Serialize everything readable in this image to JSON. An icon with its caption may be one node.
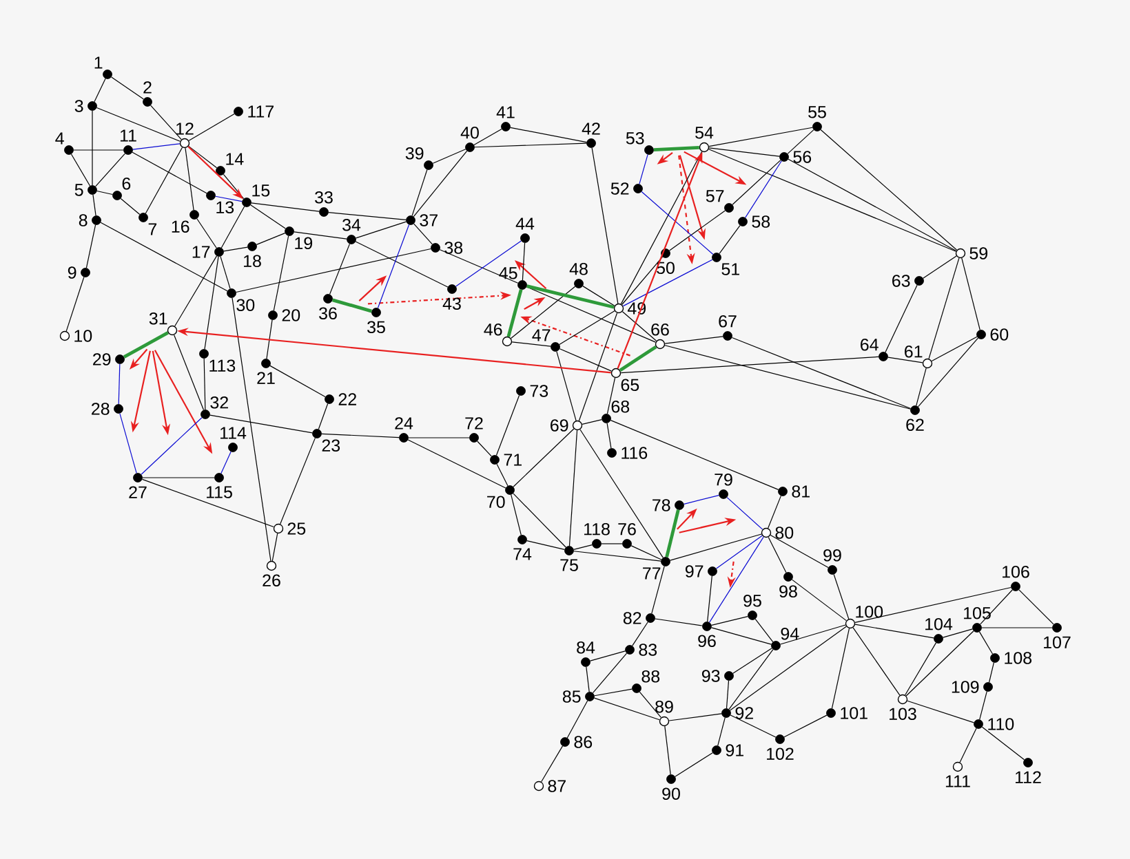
{
  "diagram": {
    "nodes": [
      {
        "text": [],
        "shape": "dot",
        "beside": [
          "1"
        ]
      },
      {
        "text": [],
        "shape": "dot",
        "beside": [
          "2"
        ]
      },
      {
        "text": [],
        "shape": "dot",
        "beside": [
          "3"
        ]
      },
      {
        "text": [],
        "shape": "dot",
        "beside": [
          "4"
        ]
      },
      {
        "text": [],
        "shape": "dot",
        "beside": [
          "5"
        ]
      },
      {
        "text": [],
        "shape": "dot",
        "beside": [
          "6"
        ]
      },
      {
        "text": [],
        "shape": "dot",
        "beside": [
          "7"
        ]
      },
      {
        "text": [],
        "shape": "dot",
        "beside": [
          "8"
        ]
      },
      {
        "text": [],
        "shape": "dot",
        "beside": [
          "9"
        ]
      },
      {
        "text": [],
        "shape": "circle",
        "beside": [
          "10"
        ]
      },
      {
        "text": [],
        "shape": "dot",
        "beside": [
          "11"
        ]
      },
      {
        "text": [],
        "shape": "circle",
        "beside": [
          "12"
        ]
      },
      {
        "text": [],
        "shape": "dot",
        "beside": [
          "13"
        ]
      },
      {
        "text": [],
        "shape": "dot",
        "beside": [
          "14"
        ]
      },
      {
        "text": [],
        "shape": "dot",
        "beside": [
          "15"
        ]
      },
      {
        "text": [],
        "shape": "dot",
        "beside": [
          "16"
        ]
      },
      {
        "text": [],
        "shape": "dot",
        "beside": [
          "17"
        ]
      },
      {
        "text": [],
        "shape": "dot",
        "beside": [
          "18"
        ]
      },
      {
        "text": [],
        "shape": "dot",
        "beside": [
          "19"
        ]
      },
      {
        "text": [],
        "shape": "dot",
        "beside": [
          "20"
        ]
      },
      {
        "text": [],
        "shape": "dot",
        "beside": [
          "21"
        ]
      },
      {
        "text": [],
        "shape": "dot",
        "beside": [
          "22"
        ]
      },
      {
        "text": [],
        "shape": "dot",
        "beside": [
          "23"
        ]
      },
      {
        "text": [],
        "shape": "dot",
        "beside": [
          "24"
        ]
      },
      {
        "text": [],
        "shape": "circle",
        "beside": [
          "25"
        ]
      },
      {
        "text": [],
        "shape": "circle",
        "beside": [
          "26"
        ]
      },
      {
        "text": [],
        "shape": "dot",
        "beside": [
          "27"
        ]
      },
      {
        "text": [],
        "shape": "dot",
        "beside": [
          "28"
        ]
      },
      {
        "text": [],
        "shape": "dot",
        "beside": [
          "29"
        ]
      },
      {
        "text": [],
        "shape": "dot",
        "beside": [
          "30"
        ]
      },
      {
        "text": [],
        "shape": "circle",
        "beside": [
          "31"
        ]
      },
      {
        "text": [],
        "shape": "dot",
        "beside": [
          "32"
        ]
      },
      {
        "text": [],
        "shape": "dot",
        "beside": [
          "33"
        ]
      },
      {
        "text": [],
        "shape": "dot",
        "beside": [
          "34"
        ]
      },
      {
        "text": [],
        "shape": "dot",
        "beside": [
          "35"
        ]
      },
      {
        "text": [],
        "shape": "dot",
        "beside": [
          "36"
        ]
      },
      {
        "text": [],
        "shape": "dot",
        "beside": [
          "37"
        ]
      },
      {
        "text": [],
        "shape": "dot",
        "beside": [
          "38"
        ]
      },
      {
        "text": [],
        "shape": "dot",
        "beside": [
          "39"
        ]
      },
      {
        "text": [],
        "shape": "dot",
        "beside": [
          "40"
        ]
      },
      {
        "text": [],
        "shape": "dot",
        "beside": [
          "41"
        ]
      },
      {
        "text": [],
        "shape": "dot",
        "beside": [
          "42"
        ]
      },
      {
        "text": [],
        "shape": "dot",
        "beside": [
          "43"
        ]
      },
      {
        "text": [],
        "shape": "dot",
        "beside": [
          "44"
        ]
      },
      {
        "text": [],
        "shape": "dot",
        "beside": [
          "45"
        ]
      },
      {
        "text": [],
        "shape": "circle",
        "beside": [
          "46"
        ]
      },
      {
        "text": [],
        "shape": "dot",
        "beside": [
          "47"
        ]
      },
      {
        "text": [],
        "shape": "dot",
        "beside": [
          "48"
        ]
      },
      {
        "text": [],
        "shape": "circle",
        "beside": [
          "49"
        ]
      },
      {
        "text": [],
        "shape": "dot",
        "beside": [
          "50"
        ]
      },
      {
        "text": [],
        "shape": "dot",
        "beside": [
          "51"
        ]
      },
      {
        "text": [],
        "shape": "dot",
        "beside": [
          "52"
        ]
      },
      {
        "text": [],
        "shape": "dot",
        "beside": [
          "53"
        ]
      },
      {
        "text": [],
        "shape": "circle",
        "beside": [
          "54"
        ]
      },
      {
        "text": [],
        "shape": "dot",
        "beside": [
          "55"
        ]
      },
      {
        "text": [],
        "shape": "dot",
        "beside": [
          "56"
        ]
      },
      {
        "text": [],
        "shape": "dot",
        "beside": [
          "57"
        ]
      },
      {
        "text": [],
        "shape": "dot",
        "beside": [
          "58"
        ]
      },
      {
        "text": [],
        "shape": "circle",
        "beside": [
          "59"
        ]
      },
      {
        "text": [],
        "shape": "dot",
        "beside": [
          "60"
        ]
      },
      {
        "text": [],
        "shape": "circle",
        "beside": [
          "61"
        ]
      },
      {
        "text": [],
        "shape": "dot",
        "beside": [
          "62"
        ]
      },
      {
        "text": [],
        "shape": "dot",
        "beside": [
          "63"
        ]
      },
      {
        "text": [],
        "shape": "dot",
        "beside": [
          "64"
        ]
      },
      {
        "text": [],
        "shape": "circle",
        "beside": [
          "65"
        ]
      },
      {
        "text": [],
        "shape": "circle",
        "beside": [
          "66"
        ]
      },
      {
        "text": [],
        "shape": "dot",
        "beside": [
          "67"
        ]
      },
      {
        "text": [],
        "shape": "dot",
        "beside": [
          "68"
        ]
      },
      {
        "text": [],
        "shape": "circle",
        "beside": [
          "69"
        ]
      },
      {
        "text": [],
        "shape": "dot",
        "beside": [
          "70"
        ]
      },
      {
        "text": [],
        "shape": "dot",
        "beside": [
          "71"
        ]
      },
      {
        "text": [],
        "shape": "dot",
        "beside": [
          "72"
        ]
      },
      {
        "text": [],
        "shape": "dot",
        "beside": [
          "73"
        ]
      },
      {
        "text": [],
        "shape": "dot",
        "beside": [
          "74"
        ]
      },
      {
        "text": [],
        "shape": "dot",
        "beside": [
          "75"
        ]
      },
      {
        "text": [],
        "shape": "dot",
        "beside": [
          "76"
        ]
      },
      {
        "text": [],
        "shape": "dot",
        "beside": [
          "77"
        ]
      },
      {
        "text": [],
        "shape": "dot",
        "beside": [
          "78"
        ]
      },
      {
        "text": [],
        "shape": "dot",
        "beside": [
          "79"
        ]
      },
      {
        "text": [],
        "shape": "circle",
        "beside": [
          "80"
        ]
      },
      {
        "text": [],
        "shape": "dot",
        "beside": [
          "81"
        ]
      },
      {
        "text": [],
        "shape": "dot",
        "beside": [
          "82"
        ]
      },
      {
        "text": [],
        "shape": "dot",
        "beside": [
          "83"
        ]
      },
      {
        "text": [],
        "shape": "dot",
        "beside": [
          "84"
        ]
      },
      {
        "text": [],
        "shape": "dot",
        "beside": [
          "85"
        ]
      },
      {
        "text": [],
        "shape": "dot",
        "beside": [
          "86"
        ]
      },
      {
        "text": [],
        "shape": "circle",
        "beside": [
          "87"
        ]
      },
      {
        "text": [],
        "shape": "dot",
        "beside": [
          "88"
        ]
      },
      {
        "text": [],
        "shape": "circle",
        "beside": [
          "89"
        ]
      },
      {
        "text": [],
        "shape": "dot",
        "beside": [
          "90"
        ]
      },
      {
        "text": [],
        "shape": "dot",
        "beside": [
          "91"
        ]
      },
      {
        "text": [],
        "shape": "dot",
        "beside": [
          "92"
        ]
      },
      {
        "text": [],
        "shape": "dot",
        "beside": [
          "93"
        ]
      },
      {
        "text": [],
        "shape": "dot",
        "beside": [
          "94"
        ]
      },
      {
        "text": [],
        "shape": "dot",
        "beside": [
          "95"
        ]
      },
      {
        "text": [],
        "shape": "dot",
        "beside": [
          "96"
        ]
      },
      {
        "text": [],
        "shape": "dot",
        "beside": [
          "97"
        ]
      },
      {
        "text": [],
        "shape": "dot",
        "beside": [
          "98"
        ]
      },
      {
        "text": [],
        "shape": "dot",
        "beside": [
          "99"
        ]
      },
      {
        "text": [],
        "shape": "circle",
        "beside": [
          "100"
        ]
      },
      {
        "text": [],
        "shape": "dot",
        "beside": [
          "101"
        ]
      },
      {
        "text": [],
        "shape": "dot",
        "beside": [
          "102"
        ]
      },
      {
        "text": [],
        "shape": "circle",
        "beside": [
          "103"
        ]
      },
      {
        "text": [],
        "shape": "dot",
        "beside": [
          "104"
        ]
      },
      {
        "text": [],
        "shape": "dot",
        "beside": [
          "105"
        ]
      },
      {
        "text": [],
        "shape": "dot",
        "beside": [
          "106"
        ]
      },
      {
        "text": [],
        "shape": "dot",
        "beside": [
          "107"
        ]
      },
      {
        "text": [],
        "shape": "dot",
        "beside": [
          "108"
        ]
      },
      {
        "text": [],
        "shape": "dot",
        "beside": [
          "109"
        ]
      },
      {
        "text": [],
        "shape": "dot",
        "beside": [
          "110"
        ]
      },
      {
        "text": [],
        "shape": "circle",
        "beside": [
          "111"
        ]
      },
      {
        "text": [],
        "shape": "dot",
        "beside": [
          "112"
        ]
      },
      {
        "text": [],
        "shape": "dot",
        "beside": [
          "113"
        ]
      },
      {
        "text": [],
        "shape": "dot",
        "beside": [
          "114"
        ]
      },
      {
        "text": [],
        "shape": "dot",
        "beside": [
          "115"
        ]
      },
      {
        "text": [],
        "shape": "dot",
        "beside": [
          "116"
        ]
      },
      {
        "text": [],
        "shape": "dot",
        "beside": [
          "117"
        ]
      },
      {
        "text": [],
        "shape": "dot",
        "beside": [
          "118"
        ]
      }
    ],
    "edges": [
      {
        "from": 0,
        "to": 1,
        "arrow": "none"
      },
      {
        "from": 1,
        "to": 11,
        "arrow": "none"
      },
      {
        "from": 0,
        "to": 2,
        "arrow": "none"
      },
      {
        "from": 2,
        "to": 11,
        "arrow": "none"
      },
      {
        "from": 2,
        "to": 4,
        "arrow": "none"
      },
      {
        "from": 3,
        "to": 10,
        "arrow": "none"
      },
      {
        "from": 3,
        "to": 4,
        "arrow": "none"
      },
      {
        "from": 4,
        "to": 10,
        "arrow": "none"
      },
      {
        "from": 4,
        "to": 5,
        "arrow": "none"
      },
      {
        "from": 5,
        "to": 6,
        "arrow": "none"
      },
      {
        "from": 4,
        "to": 7,
        "arrow": "none"
      },
      {
        "from": 7,
        "to": 8,
        "arrow": "none"
      },
      {
        "from": 8,
        "to": 9,
        "arrow": "none"
      },
      {
        "from": 7,
        "to": 29,
        "arrow": "none"
      },
      {
        "from": 11,
        "to": 116,
        "arrow": "none"
      },
      {
        "from": 11,
        "to": 13,
        "arrow": "none"
      },
      {
        "from": 13,
        "to": 14,
        "arrow": "none"
      },
      {
        "from": 11,
        "to": 6,
        "arrow": "none"
      },
      {
        "from": 11,
        "to": 15,
        "arrow": "none"
      },
      {
        "from": 15,
        "to": 16,
        "arrow": "none"
      },
      {
        "from": 10,
        "to": 12,
        "arrow": "none"
      },
      {
        "from": 14,
        "to": 32,
        "arrow": "none"
      },
      {
        "from": 32,
        "to": 36,
        "arrow": "none"
      },
      {
        "from": 14,
        "to": 18,
        "arrow": "none"
      },
      {
        "from": 18,
        "to": 33,
        "arrow": "none"
      },
      {
        "from": 18,
        "to": 19,
        "arrow": "none"
      },
      {
        "from": 19,
        "to": 20,
        "arrow": "none"
      },
      {
        "from": 14,
        "to": 16,
        "arrow": "none"
      },
      {
        "from": 16,
        "to": 17,
        "arrow": "none"
      },
      {
        "from": 17,
        "to": 18,
        "arrow": "none"
      },
      {
        "from": 16,
        "to": 30,
        "arrow": "none"
      },
      {
        "from": 16,
        "to": 112,
        "arrow": "none"
      },
      {
        "from": 112,
        "to": 31,
        "arrow": "none"
      },
      {
        "from": 16,
        "to": 29,
        "arrow": "none"
      },
      {
        "from": 29,
        "to": 25,
        "arrow": "none"
      },
      {
        "from": 29,
        "to": 37,
        "arrow": "none"
      },
      {
        "from": 33,
        "to": 36,
        "arrow": "none"
      },
      {
        "from": 33,
        "to": 35,
        "arrow": "none"
      },
      {
        "from": 33,
        "to": 42,
        "arrow": "none"
      },
      {
        "from": 36,
        "to": 37,
        "arrow": "none"
      },
      {
        "from": 36,
        "to": 38,
        "arrow": "none"
      },
      {
        "from": 38,
        "to": 39,
        "arrow": "none"
      },
      {
        "from": 39,
        "to": 40,
        "arrow": "none"
      },
      {
        "from": 40,
        "to": 41,
        "arrow": "none"
      },
      {
        "from": 39,
        "to": 41,
        "arrow": "none"
      },
      {
        "from": 36,
        "to": 39,
        "arrow": "none"
      },
      {
        "from": 41,
        "to": 48,
        "arrow": "none"
      },
      {
        "from": 43,
        "to": 44,
        "arrow": "none"
      },
      {
        "from": 37,
        "to": 44,
        "arrow": "none"
      },
      {
        "from": 44,
        "to": 65,
        "arrow": "none"
      },
      {
        "from": 45,
        "to": 47,
        "arrow": "none"
      },
      {
        "from": 45,
        "to": 46,
        "arrow": "none"
      },
      {
        "from": 46,
        "to": 64,
        "arrow": "none"
      },
      {
        "from": 46,
        "to": 48,
        "arrow": "none"
      },
      {
        "from": 46,
        "to": 68,
        "arrow": "none"
      },
      {
        "from": 47,
        "to": 48,
        "arrow": "none"
      },
      {
        "from": 48,
        "to": 53,
        "arrow": "none"
      },
      {
        "from": 48,
        "to": 49,
        "arrow": "none"
      },
      {
        "from": 49,
        "to": 56,
        "arrow": "none"
      },
      {
        "from": 56,
        "to": 55,
        "arrow": "none"
      },
      {
        "from": 54,
        "to": 55,
        "arrow": "none"
      },
      {
        "from": 57,
        "to": 50,
        "arrow": "none"
      },
      {
        "from": 53,
        "to": 54,
        "arrow": "none"
      },
      {
        "from": 53,
        "to": 55,
        "arrow": "none"
      },
      {
        "from": 55,
        "to": 58,
        "arrow": "none"
      },
      {
        "from": 53,
        "to": 58,
        "arrow": "none"
      },
      {
        "from": 54,
        "to": 58,
        "arrow": "none"
      },
      {
        "from": 58,
        "to": 62,
        "arrow": "none"
      },
      {
        "from": 62,
        "to": 63,
        "arrow": "none"
      },
      {
        "from": 58,
        "to": 60,
        "arrow": "none"
      },
      {
        "from": 58,
        "to": 59,
        "arrow": "none"
      },
      {
        "from": 59,
        "to": 60,
        "arrow": "none"
      },
      {
        "from": 59,
        "to": 61,
        "arrow": "none"
      },
      {
        "from": 60,
        "to": 61,
        "arrow": "none"
      },
      {
        "from": 60,
        "to": 63,
        "arrow": "none"
      },
      {
        "from": 64,
        "to": 63,
        "arrow": "none"
      },
      {
        "from": 65,
        "to": 61,
        "arrow": "none"
      },
      {
        "from": 66,
        "to": 61,
        "arrow": "none"
      },
      {
        "from": 65,
        "to": 66,
        "arrow": "none"
      },
      {
        "from": 48,
        "to": 65,
        "arrow": "none"
      },
      {
        "from": 48,
        "to": 68,
        "arrow": "none"
      },
      {
        "from": 64,
        "to": 67,
        "arrow": "none"
      },
      {
        "from": 67,
        "to": 68,
        "arrow": "none"
      },
      {
        "from": 67,
        "to": 115,
        "arrow": "none"
      },
      {
        "from": 67,
        "to": 80,
        "arrow": "none"
      },
      {
        "from": 68,
        "to": 69,
        "arrow": "none"
      },
      {
        "from": 68,
        "to": 74,
        "arrow": "none"
      },
      {
        "from": 68,
        "to": 76,
        "arrow": "none"
      },
      {
        "from": 72,
        "to": 70,
        "arrow": "none"
      },
      {
        "from": 71,
        "to": 70,
        "arrow": "none"
      },
      {
        "from": 70,
        "to": 69,
        "arrow": "none"
      },
      {
        "from": 23,
        "to": 71,
        "arrow": "none"
      },
      {
        "from": 23,
        "to": 69,
        "arrow": "none"
      },
      {
        "from": 69,
        "to": 73,
        "arrow": "none"
      },
      {
        "from": 69,
        "to": 74,
        "arrow": "none"
      },
      {
        "from": 73,
        "to": 74,
        "arrow": "none"
      },
      {
        "from": 74,
        "to": 117,
        "arrow": "none"
      },
      {
        "from": 117,
        "to": 75,
        "arrow": "none"
      },
      {
        "from": 75,
        "to": 76,
        "arrow": "none"
      },
      {
        "from": 74,
        "to": 76,
        "arrow": "none"
      },
      {
        "from": 76,
        "to": 79,
        "arrow": "none"
      },
      {
        "from": 76,
        "to": 81,
        "arrow": "none"
      },
      {
        "from": 79,
        "to": 80,
        "arrow": "none"
      },
      {
        "from": 79,
        "to": 97,
        "arrow": "none"
      },
      {
        "from": 79,
        "to": 98,
        "arrow": "none"
      },
      {
        "from": 96,
        "to": 95,
        "arrow": "none"
      },
      {
        "from": 81,
        "to": 95,
        "arrow": "none"
      },
      {
        "from": 95,
        "to": 94,
        "arrow": "none"
      },
      {
        "from": 95,
        "to": 93,
        "arrow": "none"
      },
      {
        "from": 94,
        "to": 93,
        "arrow": "none"
      },
      {
        "from": 97,
        "to": 99,
        "arrow": "none"
      },
      {
        "from": 98,
        "to": 99,
        "arrow": "none"
      },
      {
        "from": 81,
        "to": 82,
        "arrow": "none"
      },
      {
        "from": 82,
        "to": 83,
        "arrow": "none"
      },
      {
        "from": 82,
        "to": 84,
        "arrow": "none"
      },
      {
        "from": 83,
        "to": 84,
        "arrow": "none"
      },
      {
        "from": 84,
        "to": 87,
        "arrow": "none"
      },
      {
        "from": 84,
        "to": 88,
        "arrow": "none"
      },
      {
        "from": 87,
        "to": 88,
        "arrow": "none"
      },
      {
        "from": 84,
        "to": 85,
        "arrow": "none"
      },
      {
        "from": 85,
        "to": 86,
        "arrow": "none"
      },
      {
        "from": 88,
        "to": 89,
        "arrow": "none"
      },
      {
        "from": 88,
        "to": 91,
        "arrow": "none"
      },
      {
        "from": 89,
        "to": 90,
        "arrow": "none"
      },
      {
        "from": 90,
        "to": 91,
        "arrow": "none"
      },
      {
        "from": 91,
        "to": 92,
        "arrow": "none"
      },
      {
        "from": 91,
        "to": 93,
        "arrow": "none"
      },
      {
        "from": 92,
        "to": 93,
        "arrow": "none"
      },
      {
        "from": 91,
        "to": 99,
        "arrow": "none"
      },
      {
        "from": 93,
        "to": 99,
        "arrow": "none"
      },
      {
        "from": 91,
        "to": 101,
        "arrow": "none"
      },
      {
        "from": 101,
        "to": 100,
        "arrow": "none"
      },
      {
        "from": 100,
        "to": 99,
        "arrow": "none"
      },
      {
        "from": 99,
        "to": 102,
        "arrow": "none"
      },
      {
        "from": 99,
        "to": 103,
        "arrow": "none"
      },
      {
        "from": 99,
        "to": 105,
        "arrow": "none"
      },
      {
        "from": 103,
        "to": 104,
        "arrow": "none"
      },
      {
        "from": 103,
        "to": 102,
        "arrow": "none"
      },
      {
        "from": 102,
        "to": 104,
        "arrow": "none"
      },
      {
        "from": 104,
        "to": 105,
        "arrow": "none"
      },
      {
        "from": 104,
        "to": 106,
        "arrow": "none"
      },
      {
        "from": 105,
        "to": 106,
        "arrow": "none"
      },
      {
        "from": 104,
        "to": 107,
        "arrow": "none"
      },
      {
        "from": 107,
        "to": 108,
        "arrow": "none"
      },
      {
        "from": 108,
        "to": 109,
        "arrow": "none"
      },
      {
        "from": 102,
        "to": 109,
        "arrow": "none"
      },
      {
        "from": 109,
        "to": 110,
        "arrow": "none"
      },
      {
        "from": 109,
        "to": 111,
        "arrow": "none"
      },
      {
        "from": 26,
        "to": 114,
        "arrow": "none"
      },
      {
        "from": 26,
        "to": 24,
        "arrow": "none"
      },
      {
        "from": 30,
        "to": 31,
        "arrow": "none"
      },
      {
        "from": 31,
        "to": 22,
        "arrow": "none"
      },
      {
        "from": 21,
        "to": 20,
        "arrow": "none"
      },
      {
        "from": 21,
        "to": 22,
        "arrow": "none"
      },
      {
        "from": 22,
        "to": 24,
        "arrow": "none"
      },
      {
        "from": 24,
        "to": 25,
        "arrow": "none"
      },
      {
        "from": 22,
        "to": 23,
        "arrow": "none"
      },
      {
        "from": 10,
        "to": 11,
        "arrow": "none",
        "color": "#0a0ad2"
      },
      {
        "from": 12,
        "to": 14,
        "arrow": "none",
        "color": "#0a0ad2"
      },
      {
        "from": 34,
        "to": 36,
        "arrow": "none",
        "color": "#0a0ad2"
      },
      {
        "from": 42,
        "to": 43,
        "arrow": "none",
        "color": "#0a0ad2"
      },
      {
        "from": 48,
        "to": 50,
        "arrow": "none",
        "color": "#0a0ad2"
      },
      {
        "from": 51,
        "to": 52,
        "arrow": "none",
        "color": "#0a0ad2"
      },
      {
        "from": 51,
        "to": 50,
        "arrow": "none",
        "color": "#0a0ad2"
      },
      {
        "from": 57,
        "to": 55,
        "arrow": "none",
        "color": "#0a0ad2"
      },
      {
        "from": 28,
        "to": 27,
        "arrow": "none",
        "color": "#0a0ad2"
      },
      {
        "from": 27,
        "to": 26,
        "arrow": "none",
        "color": "#0a0ad2"
      },
      {
        "from": 26,
        "to": 31,
        "arrow": "none",
        "color": "#0a0ad2"
      },
      {
        "from": 114,
        "to": 113,
        "arrow": "none",
        "color": "#0a0ad2"
      },
      {
        "from": 77,
        "to": 78,
        "arrow": "none",
        "color": "#0a0ad2"
      },
      {
        "from": 78,
        "to": 79,
        "arrow": "none",
        "color": "#0a0ad2"
      },
      {
        "from": 79,
        "to": 96,
        "arrow": "none",
        "color": "#0a0ad2"
      },
      {
        "from": 79,
        "to": 95,
        "arrow": "none",
        "color": "#0a0ad2"
      },
      {
        "from": 30,
        "to": 28,
        "arrow": "none",
        "style": "thick",
        "color": "#2e9a3a"
      },
      {
        "from": 35,
        "to": 34,
        "arrow": "none",
        "style": "thick",
        "color": "#2e9a3a"
      },
      {
        "from": 44,
        "to": 48,
        "arrow": "none",
        "style": "thick",
        "color": "#2e9a3a"
      },
      {
        "from": 44,
        "to": 45,
        "arrow": "none",
        "style": "thick",
        "color": "#2e9a3a"
      },
      {
        "from": 52,
        "to": 53,
        "arrow": "none",
        "style": "thick",
        "color": "#2e9a3a"
      },
      {
        "from": 64,
        "to": 65,
        "arrow": "none",
        "style": "thick",
        "color": "#2e9a3a"
      },
      {
        "from": 76,
        "to": 77,
        "arrow": "none",
        "style": "thick",
        "color": "#2e9a3a"
      },
      {
        "from": 11,
        "to": 14,
        "arrow": "to",
        "color": "#e82020"
      },
      {
        "from": 64,
        "to": 30,
        "arrow": "to",
        "color": "#e82020"
      },
      {
        "from": 64,
        "to": 53,
        "arrow": "to",
        "color": "#e82020"
      }
    ]
  }
}
